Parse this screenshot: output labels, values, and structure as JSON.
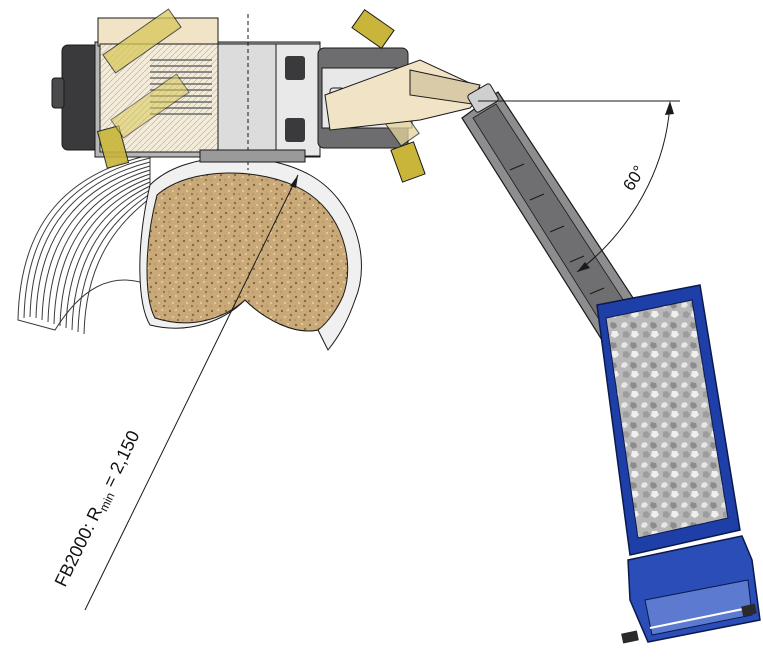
{
  "diagram": {
    "angle_label": "60°",
    "radius_label": {
      "prefix": "FB2000: R",
      "subscript": "min",
      "suffix": " = 2,150"
    }
  },
  "colors": {
    "asphalt_dark": "#3a3a3c",
    "asphalt_light": "#e6e6e6",
    "milled_material": "#c9a978",
    "machine_frame": "#9a9a9a",
    "machine_cream": "#f1e3c6",
    "track_yellow": "#c8b53a",
    "conveyor_gray": "#8d8d8f",
    "truck_blue": "#1f3fa8",
    "truck_load": "#b6b6b6",
    "outline": "#1a1a1a"
  }
}
